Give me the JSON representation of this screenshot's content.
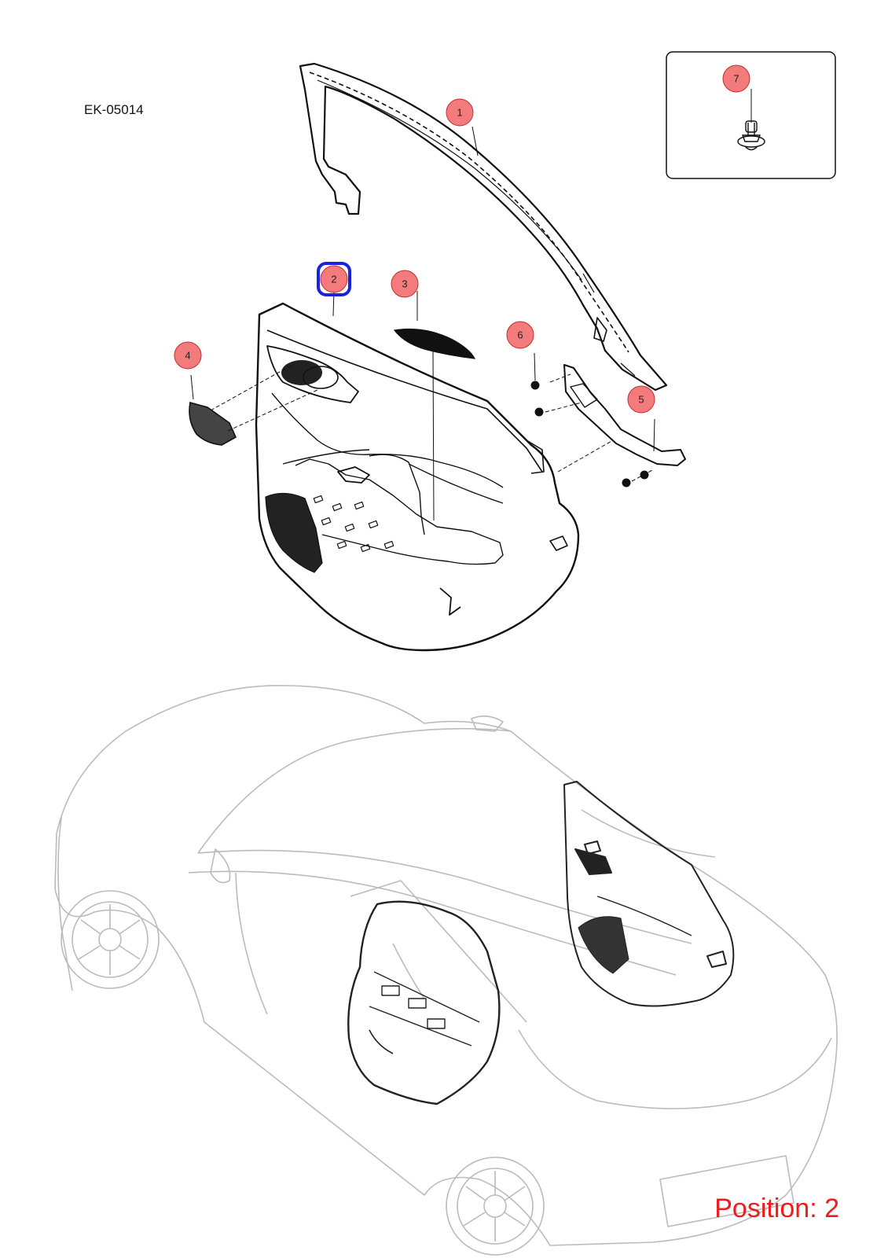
{
  "diagram": {
    "code": "EK-05014",
    "position_text": "Position: 2",
    "selected_callout": "2",
    "callouts": [
      {
        "id": "1",
        "label": "1"
      },
      {
        "id": "2",
        "label": "2"
      },
      {
        "id": "3",
        "label": "3"
      },
      {
        "id": "4",
        "label": "4"
      },
      {
        "id": "5",
        "label": "5"
      },
      {
        "id": "6",
        "label": "6"
      },
      {
        "id": "7",
        "label": "7"
      }
    ],
    "colors": {
      "callout_fill": "#f47b7b",
      "callout_stroke": "#c03030",
      "selected_outline": "#1a22e0",
      "position_text": "#ee1c1c",
      "line_art": "#111111",
      "car_outline": "#bbbbbb"
    }
  }
}
